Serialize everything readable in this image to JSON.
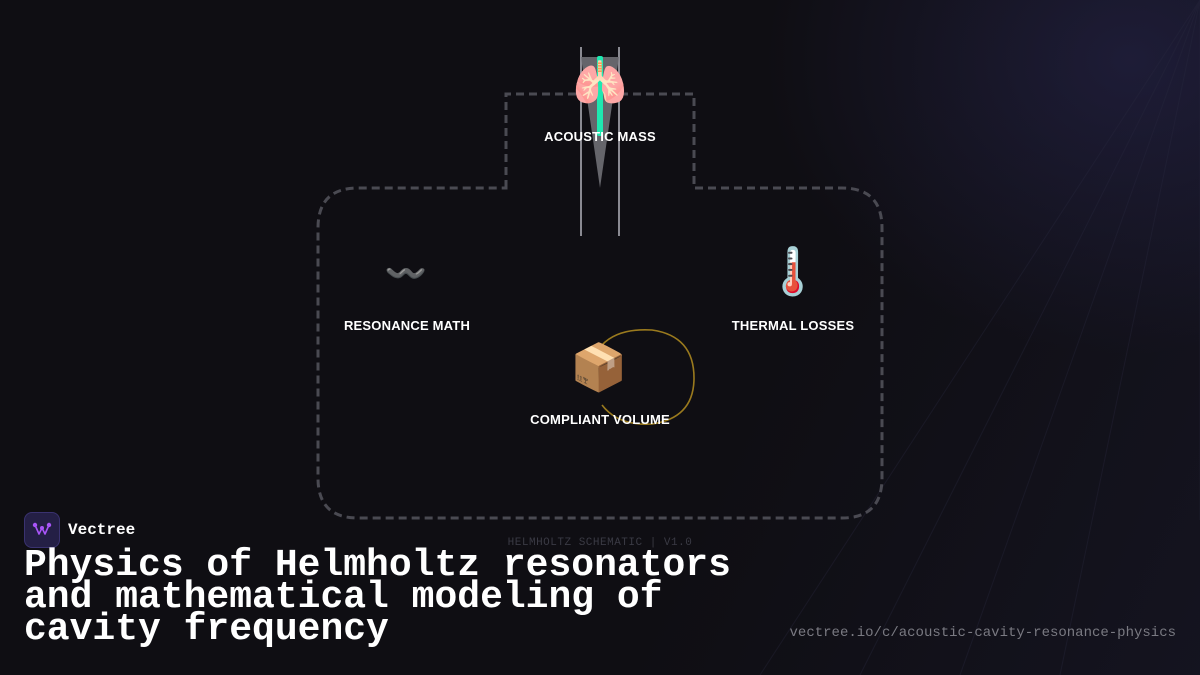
{
  "diagram": {
    "version_label": "HELMHOLTZ SCHEMATIC | V1.0",
    "nodes": [
      {
        "id": "acoustic-mass",
        "label": "ACOUSTIC MASS",
        "icon": "lungs-icon",
        "glyph": "🫁"
      },
      {
        "id": "resonance-math",
        "label": "RESONANCE MATH",
        "icon": "wave-icon",
        "glyph": "〰️"
      },
      {
        "id": "thermal-losses",
        "label": "THERMAL LOSSES",
        "icon": "thermometer-icon",
        "glyph": "🌡️"
      },
      {
        "id": "compliant-volume",
        "label": "COMPLIANT VOLUME",
        "icon": "package-icon",
        "glyph": "📦"
      }
    ],
    "colors": {
      "outline": "#4a4a52",
      "neck_lines": "#8a8a92",
      "piston": "#6f6f75",
      "neck_accent": "#1ee8b0",
      "volume_ring": "#9a7a1e"
    }
  },
  "brand": {
    "name": "Vectree",
    "logo_icon": "vectree-logo-icon",
    "logo_color": "#a855f7"
  },
  "title": "Physics of Helmholtz resonators and mathematical modeling of cavity frequency",
  "url": "vectree.io/c/acoustic-cavity-resonance-physics"
}
